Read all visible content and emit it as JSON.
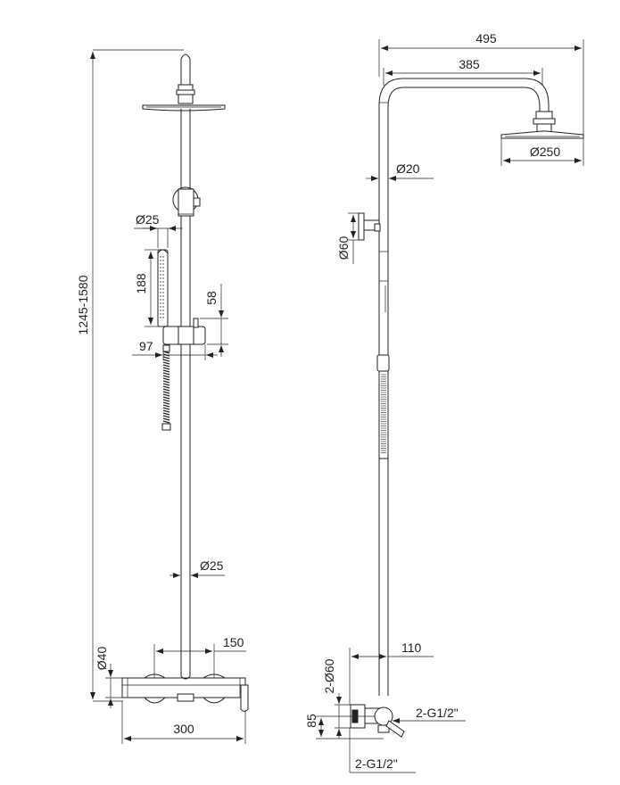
{
  "front_view": {
    "overall_height": "1245-1580",
    "hand_shower_dia": "Ø25",
    "hand_shower_length": "188",
    "holder_height": "58",
    "holder_projection": "97",
    "rail_dia": "Ø25",
    "valve_body_dia": "Ø40",
    "inlet_spacing": "150",
    "valve_width": "300"
  },
  "side_view": {
    "total_reach": "495",
    "arm_reach": "385",
    "head_dia": "Ø250",
    "arm_dia": "Ø20",
    "bracket_dia": "Ø60",
    "wall_projection": "110",
    "escutcheon_dia": "2-Ø60",
    "inlet_height": "85",
    "thread_right": "2-G1/2\"",
    "thread_bottom": "2-G1/2\""
  },
  "arrow_color": "#222222"
}
